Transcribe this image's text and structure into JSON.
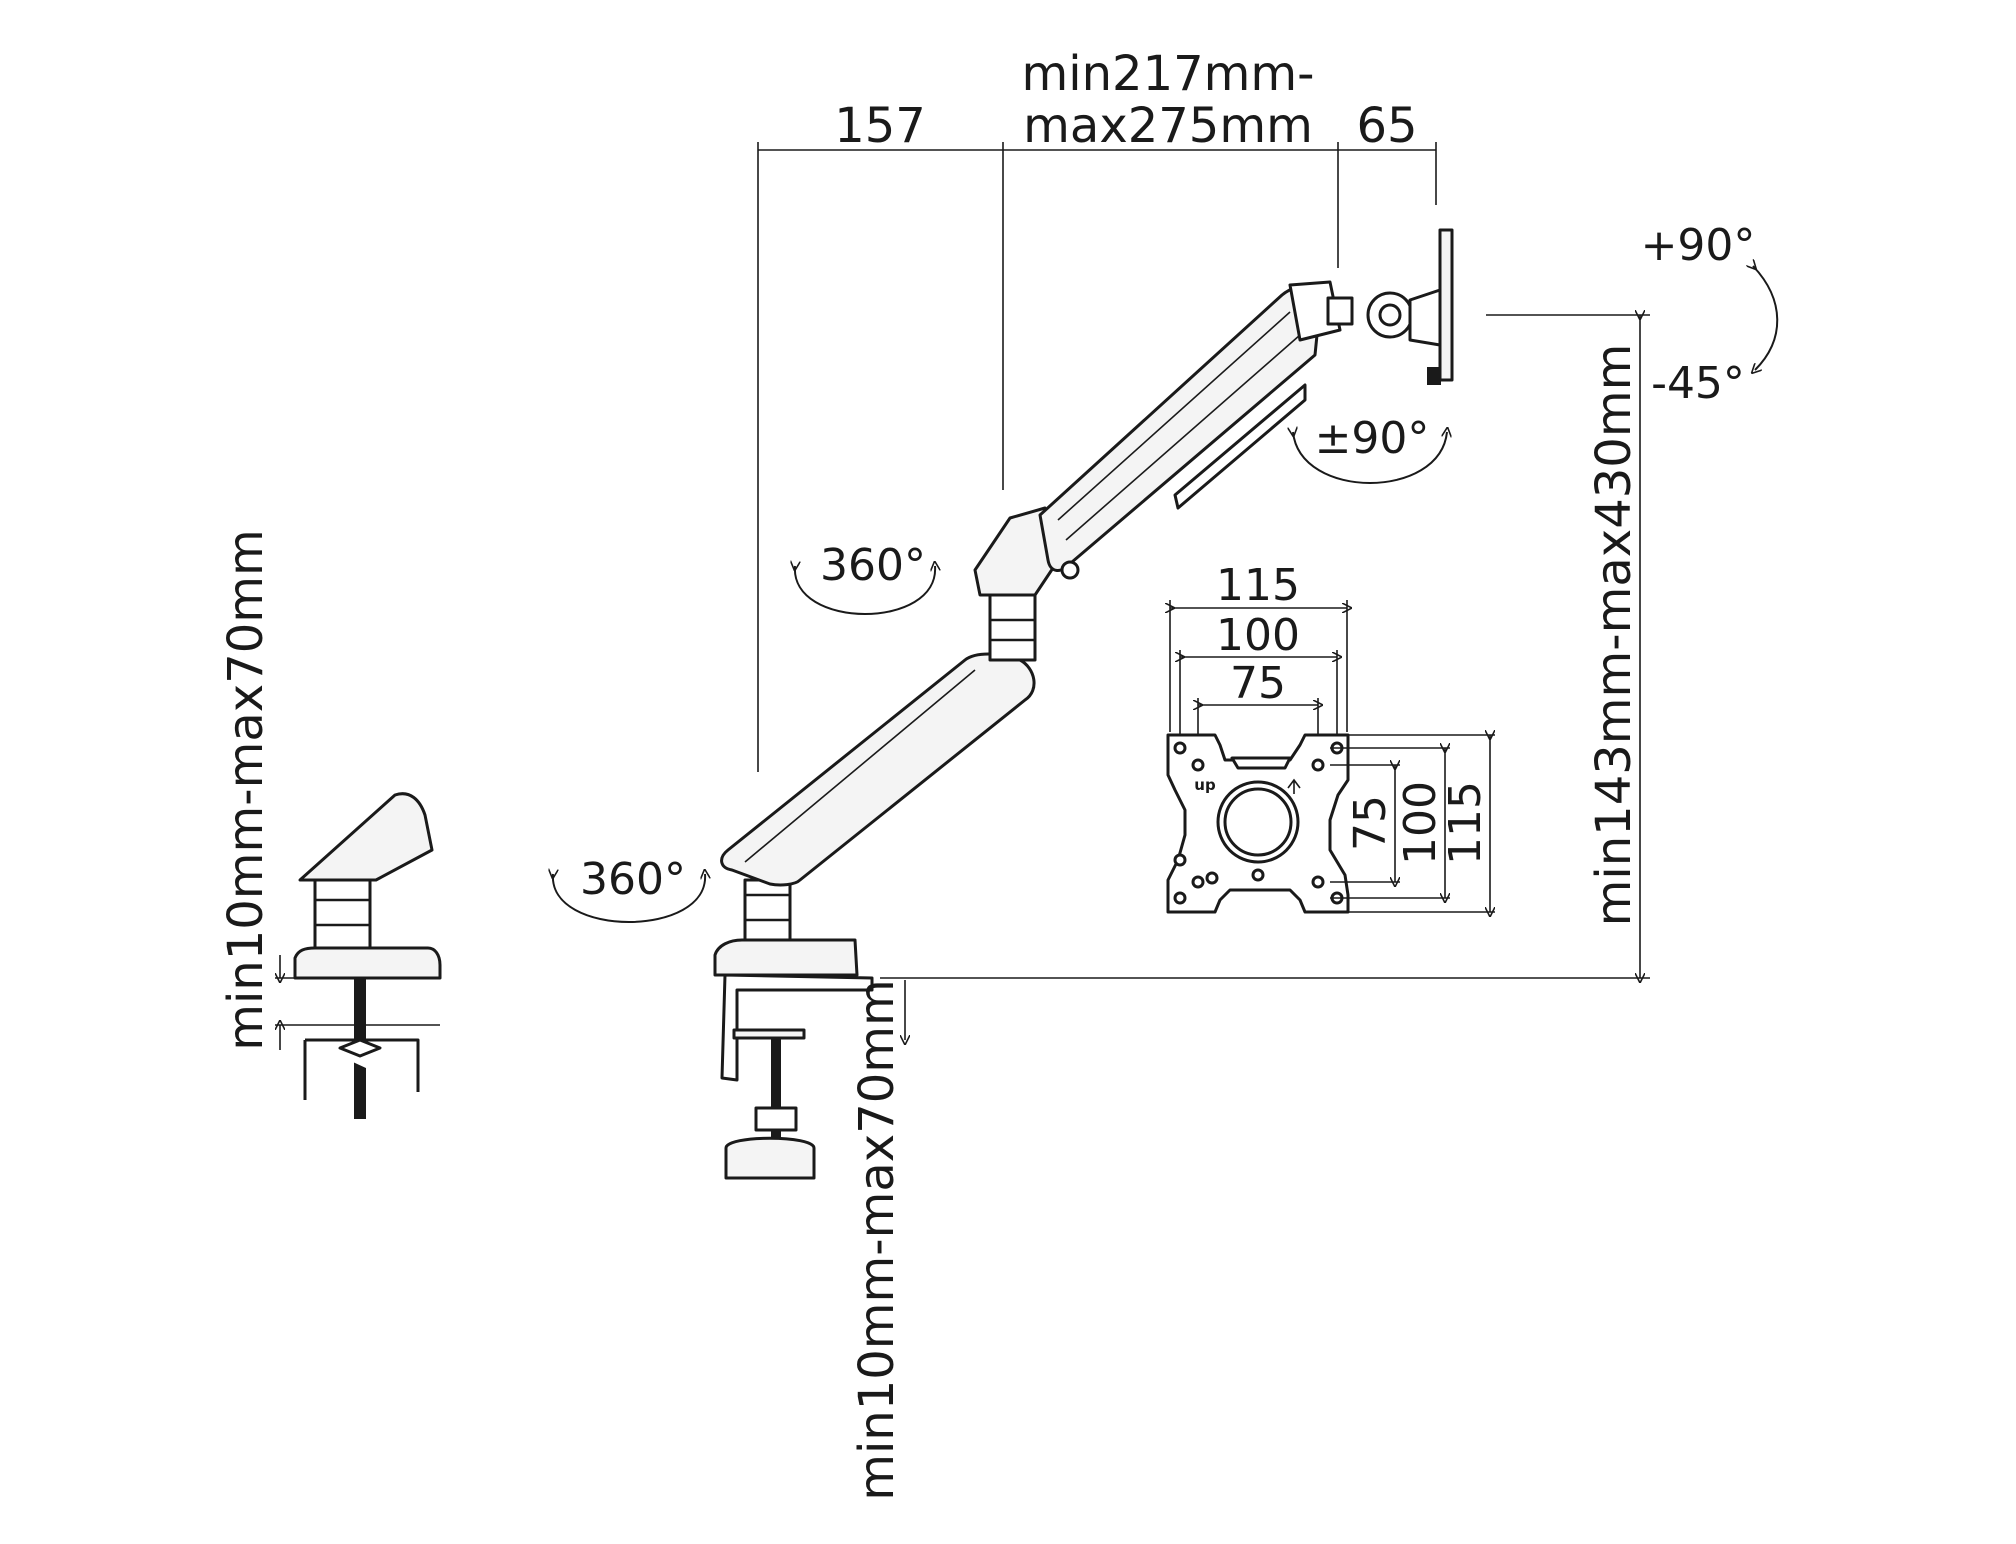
{
  "top_dimensions": {
    "base_to_joint": "157",
    "arm_range_line1": "min217mm-",
    "arm_range_line2": "max275mm",
    "head_depth": "65"
  },
  "rotations": {
    "tilt_up": "+90°",
    "tilt_down": "-45°",
    "swivel": "±90°",
    "elbow_rotation": "360°",
    "base_rotation": "360°"
  },
  "height_range": "min143mm-max430mm",
  "desk_thickness": "min10mm-max70mm",
  "grommet_desk_thickness": "min10mm-max70mm",
  "vesa": {
    "width_outer": "115",
    "width_mid": "100",
    "width_inner": "75",
    "height_inner": "75",
    "height_mid": "100",
    "height_outer": "115",
    "up_marker": "up"
  }
}
